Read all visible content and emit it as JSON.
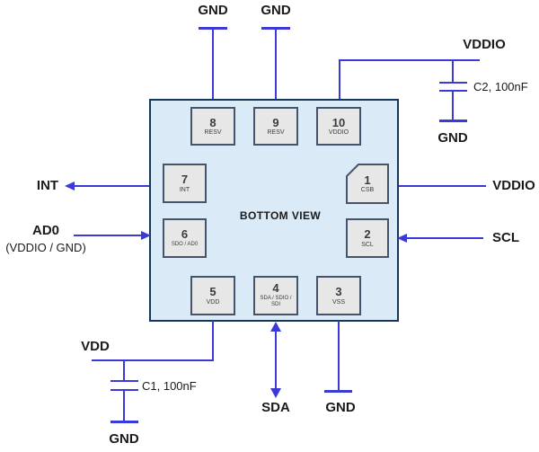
{
  "diagram": {
    "title": "BOTTOM VIEW",
    "pins": [
      {
        "num": "1",
        "label": "CSB"
      },
      {
        "num": "2",
        "label": "SCL"
      },
      {
        "num": "3",
        "label": "VSS"
      },
      {
        "num": "4",
        "label": "SDA / SDIO / SDI"
      },
      {
        "num": "5",
        "label": "VDD"
      },
      {
        "num": "6",
        "label": "SDO / AD0"
      },
      {
        "num": "7",
        "label": "INT"
      },
      {
        "num": "8",
        "label": "RESV"
      },
      {
        "num": "9",
        "label": "RESV"
      },
      {
        "num": "10",
        "label": "VDDIO"
      }
    ],
    "nets": {
      "pin8_gnd": "GND",
      "pin9_gnd": "GND",
      "vddio_top": "VDDIO",
      "c2_label": "C2, 100nF",
      "c2_gnd": "GND",
      "int": "INT",
      "ad0": "AD0",
      "ad0_note": "(VDDIO / GND)",
      "pin1_vddio": "VDDIO",
      "scl": "SCL",
      "vdd": "VDD",
      "c1_label": "C1, 100nF",
      "c1_gnd": "GND",
      "sda": "SDA",
      "pin3_gnd": "GND"
    },
    "colors": {
      "wire": "#3a3ad6",
      "chip_fill": "#daeaf6",
      "chip_border": "#17365d",
      "pad_fill": "#e7e7e7",
      "pad_border": "#44546a",
      "label": "#1a1a1a"
    }
  }
}
